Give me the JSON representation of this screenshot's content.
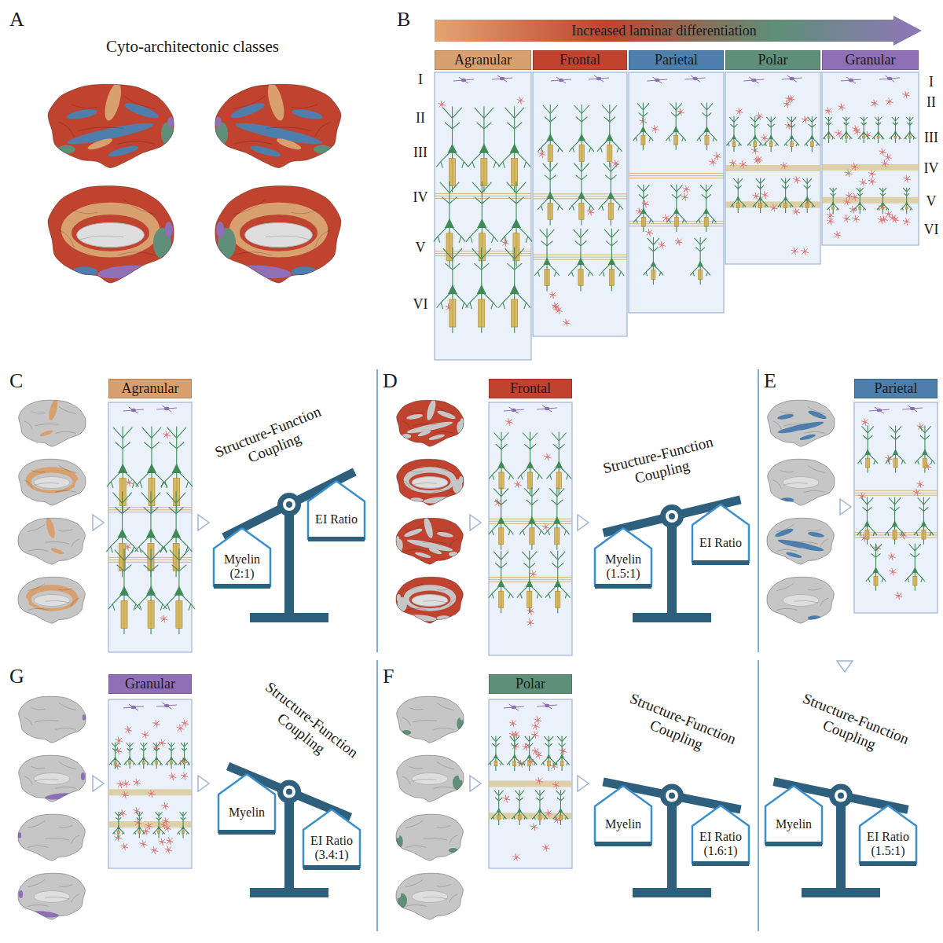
{
  "diagram": {
    "nodes": [
      {
        "text": [
          "Increased laminar differentiation"
        ]
      },
      {
        "text": [
          "Agranular"
        ]
      },
      {
        "text": [
          "Frontal"
        ]
      },
      {
        "text": [
          "Parietal"
        ]
      },
      {
        "text": [
          "Polar"
        ]
      },
      {
        "text": [
          "Granular"
        ]
      },
      {
        "text": [
          "Agranular"
        ]
      },
      {
        "text": [
          "Myelin (2:1)"
        ]
      },
      {
        "text": [
          "EI Ratio"
        ]
      },
      {
        "text": [
          "Frontal"
        ]
      },
      {
        "text": [
          "Myelin (1.5:1)"
        ]
      },
      {
        "text": [
          "EI Ratio"
        ]
      },
      {
        "text": [
          "Parietal"
        ]
      },
      {
        "text": [
          "Granular"
        ]
      },
      {
        "text": [
          "Myelin"
        ]
      },
      {
        "text": [
          "EI Ratio (3.4:1)"
        ]
      },
      {
        "text": [
          "Polar"
        ]
      },
      {
        "text": [
          "Myelin"
        ]
      },
      {
        "text": [
          "EI Ratio (1.6:1)"
        ]
      },
      {
        "text": [
          "Myelin"
        ]
      },
      {
        "text": [
          "EI Ratio (1.5:1)"
        ]
      }
    ],
    "labels": [
      "A",
      "Cyto-architectonic classes",
      "B",
      "I",
      "II",
      "III",
      "IV",
      "V",
      "VI",
      "I",
      "II",
      "III",
      "IV",
      "V",
      "VI",
      "C",
      "Structure-Function Coupling",
      "D",
      "Structure-Function Coupling",
      "E",
      "G",
      "Structure-Function Coupling",
      "F",
      "Structure-Function Coupling",
      "Structure-Function Coupling"
    ]
  }
}
